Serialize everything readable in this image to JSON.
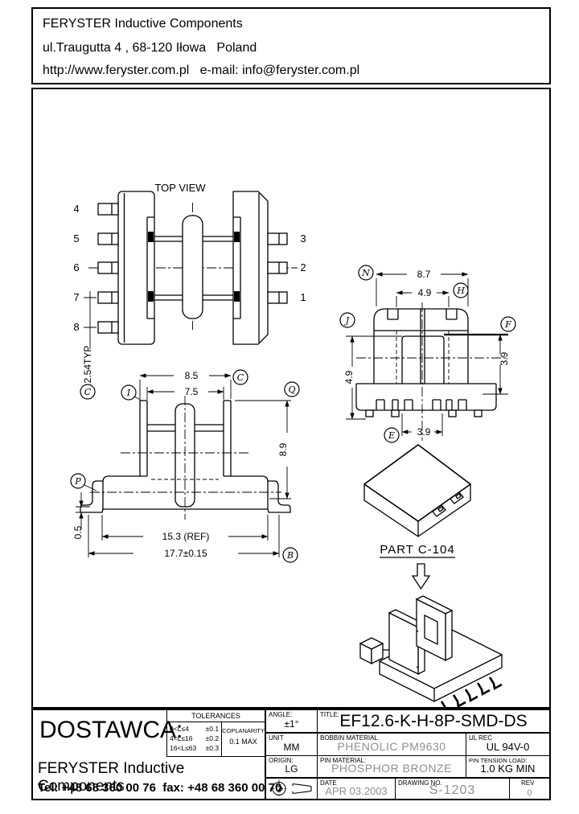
{
  "header": {
    "company": "FERYSTER Inductive Components",
    "address": "ul.Traugutta 4 , 68-120 Iłowa   Poland",
    "web": "http://www.feryster.com.pl   e-mail: info@feryster.com.pl"
  },
  "drawing": {
    "top_view": {
      "title": "TOP VIEW",
      "left_pins": [
        "4",
        "5",
        "6",
        "7",
        "8"
      ],
      "right_pins": [
        "3",
        "2",
        "1"
      ],
      "pitch_dim": "2.54TYP",
      "pitch_ref": "C"
    },
    "front_view": {
      "dim_width_outer": "8.5",
      "dim_width_inner": "7.5",
      "dim_height": "8.9",
      "dim_ref": "15.3 (REF)",
      "dim_total": "17.7±0.15",
      "dim_standoff": "0.5",
      "ref_i": "I",
      "ref_c": "C",
      "ref_q": "Q",
      "ref_p": "P",
      "ref_b": "B"
    },
    "side_view": {
      "dim_width": "8.7",
      "dim_inner": "4.9",
      "dim_left": "4.9",
      "dim_right": "3.9",
      "dim_bottom": "3.9",
      "ref_n": "N",
      "ref_h": "H",
      "ref_j": "J",
      "ref_f": "F",
      "ref_e": "E"
    },
    "part_label": "PART C-104"
  },
  "title_block": {
    "supplier_label": "DOSTAWCA:",
    "company": "FERYSTER Inductive Components",
    "contact": "Tel: +48 68 360 00 76  fax: +48 68 360 00 70",
    "tolerances": {
      "title": "TOLERANCES",
      "rows": [
        {
          "range": "0<L≤4",
          "tol": "±0.1"
        },
        {
          "range": "4<L≤16",
          "tol": "±0.2"
        },
        {
          "range": "16<L≤63",
          "tol": "±0.3"
        }
      ],
      "coplanarity_label": "COPLANARITY",
      "coplanarity_value": "0.1 MAX"
    },
    "angle": {
      "label": "ANGLE:",
      "value": "±1°"
    },
    "title": {
      "label": "TITLE:",
      "value": "EF12.6-K-H-8P-SMD-DS"
    },
    "unit": {
      "label": "UNIT",
      "value": "MM"
    },
    "bobbin_material": {
      "label": "BOBBIN MATERIAL",
      "value": "PHENOLIC PM9630"
    },
    "ul_rec": {
      "label": "UL REC",
      "value": "UL 94V-0"
    },
    "origin": {
      "label": "ORIGIN:",
      "value": "LG"
    },
    "pin_material": {
      "label": "PIN MATERIAL:",
      "value": "PHOSPHOR BRONZE"
    },
    "pin_tension": {
      "label": "PIN TENSION LOAD:",
      "value": "1.0 KG MIN"
    },
    "date": {
      "label": "DATE",
      "value": "APR 03.2003"
    },
    "drawing_no": {
      "label": "DRAWING NO.",
      "value": "S-1203"
    },
    "rev": {
      "label": "REV",
      "value": "0"
    }
  },
  "colors": {
    "ink": "#000000",
    "muted_value": "#8f8f8f"
  }
}
